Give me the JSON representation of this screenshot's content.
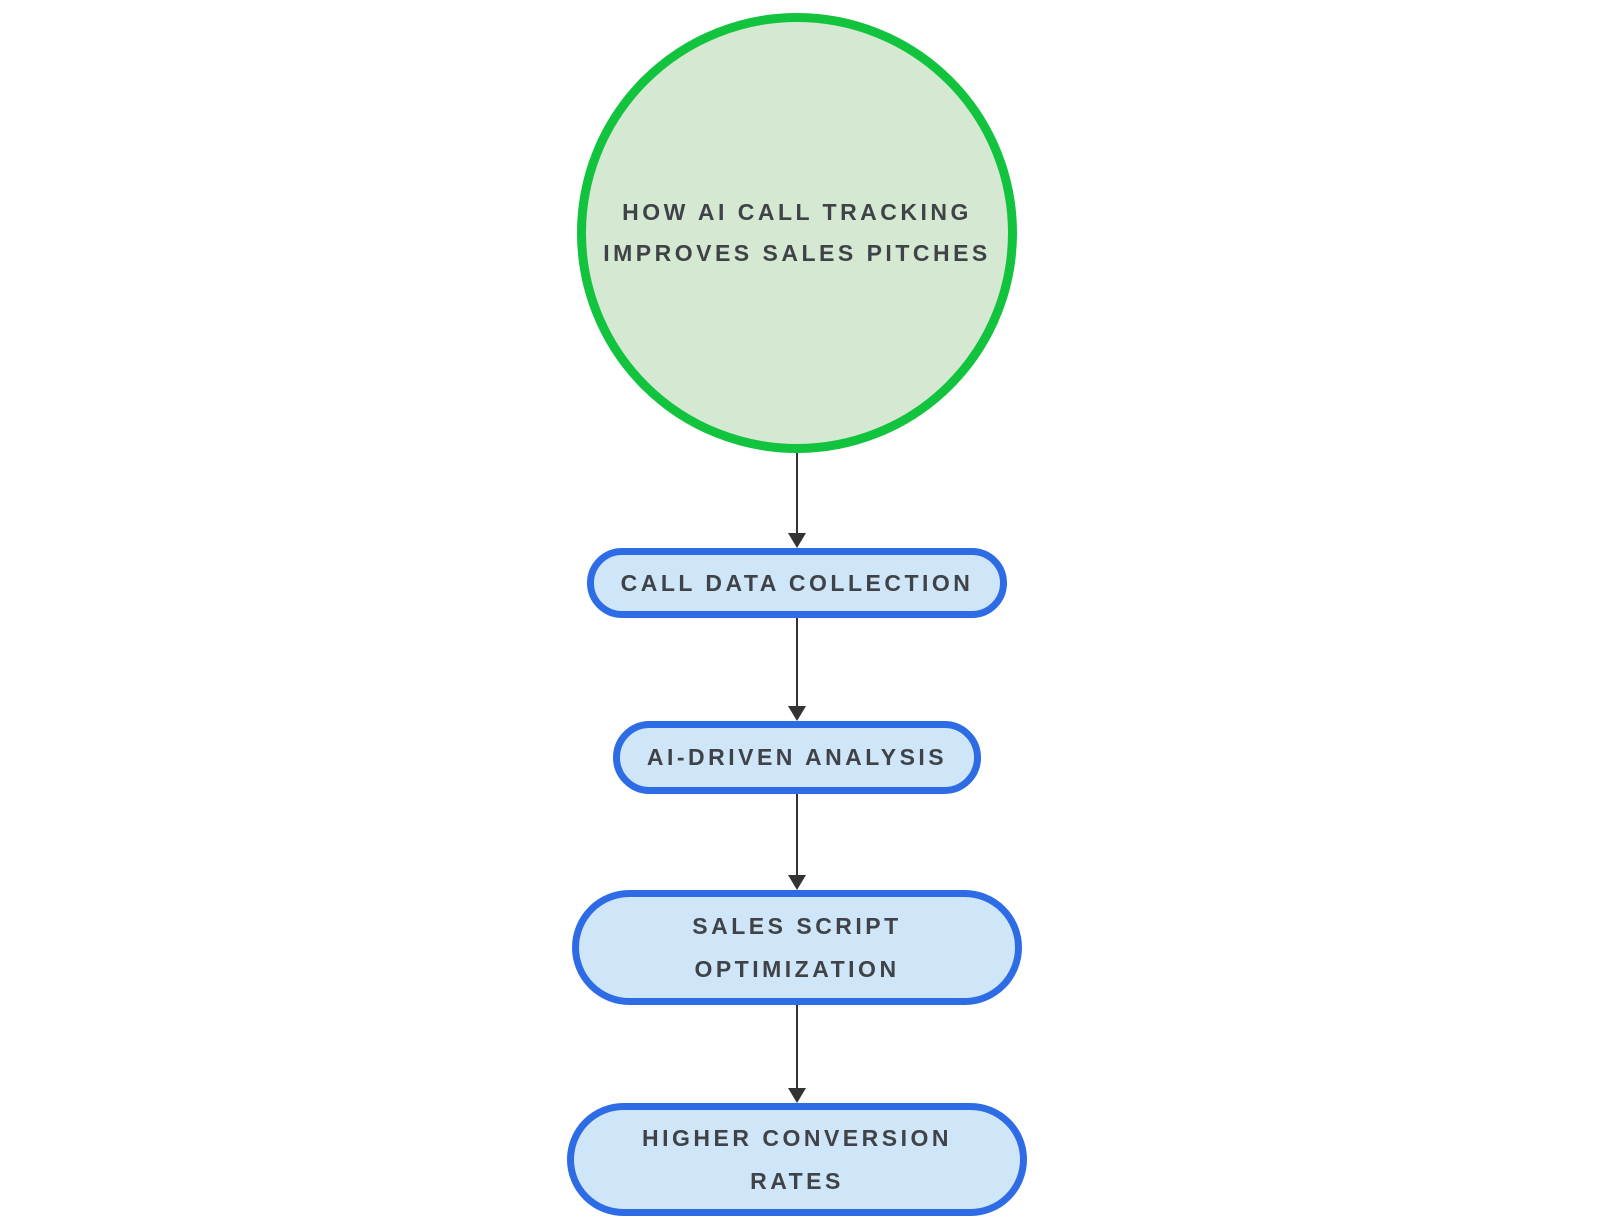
{
  "page": {
    "background": "#ffffff"
  },
  "diagram": {
    "type": "flowchart",
    "direction": "top-down",
    "colors": {
      "circle_fill": "#d5e8d2",
      "circle_border": "#12c33e",
      "pill_fill": "#cfe5f8",
      "pill_border": "#2e6ce6",
      "arrow": "#333333",
      "text": "#3f4347"
    },
    "title_node": {
      "shape": "circle",
      "label": "HOW AI CALL TRACKING IMPROVES SALES PITCHES",
      "lines": [
        "HOW AI CALL TRACKING",
        "IMPROVES SALES PITCHES"
      ]
    },
    "steps": [
      {
        "shape": "pill",
        "label": "CALL DATA COLLECTION",
        "lines": [
          "CALL DATA COLLECTION"
        ]
      },
      {
        "shape": "pill",
        "label": "AI-DRIVEN ANALYSIS",
        "lines": [
          "AI-DRIVEN ANALYSIS"
        ]
      },
      {
        "shape": "pill",
        "label": "SALES SCRIPT OPTIMIZATION",
        "lines": [
          "SALES SCRIPT",
          "OPTIMIZATION"
        ]
      },
      {
        "shape": "pill",
        "label": "HIGHER CONVERSION RATES",
        "lines": [
          "HIGHER CONVERSION",
          "RATES"
        ]
      }
    ]
  }
}
